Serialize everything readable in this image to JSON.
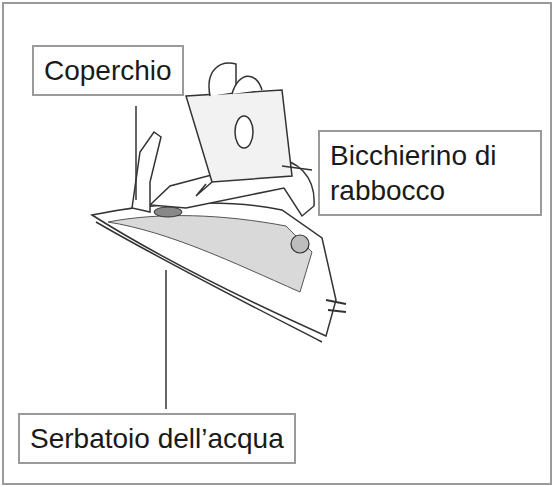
{
  "diagram": {
    "nodes": [
      {
        "text": [
          "Coperchio"
        ]
      },
      {
        "text": [
          "Bicchierino di rabbocco"
        ]
      },
      {
        "text": [
          "Serbatoio dell’acqua"
        ]
      }
    ]
  }
}
